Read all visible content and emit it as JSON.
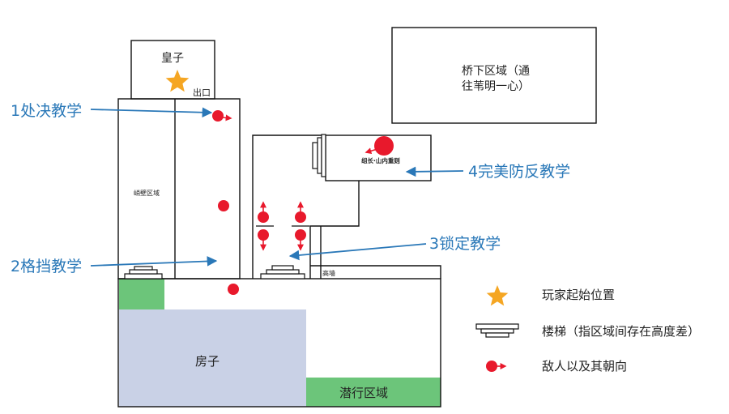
{
  "colors": {
    "wall": "#111111",
    "enemy": "#e8192c",
    "star": "#f5a623",
    "green": "#6cc57a",
    "house": "#c9d1e6",
    "annotation": "#2a78b8"
  },
  "areas": {
    "prince": "皇子",
    "exit": "出口",
    "cliff": "峭壁区域",
    "bridge_line1": "桥下区域（通",
    "bridge_line2": "往苇明一心）",
    "boss": "组长·山内重则",
    "high_wall": "高墙",
    "house": "房子",
    "stealth": "潜行区域"
  },
  "annotations": {
    "a1": "1处决教学",
    "a2": "2格挡教学",
    "a3": "3锁定教学",
    "a4": "4完美防反教学"
  },
  "legend": {
    "start": "玩家起始位置",
    "stairs": "楼梯（指区域间存在高度差）",
    "enemy": "敌人以及其朝向"
  },
  "icons": [
    "star-icon",
    "stairs-icon",
    "enemy-icon",
    "arrow-icon"
  ]
}
